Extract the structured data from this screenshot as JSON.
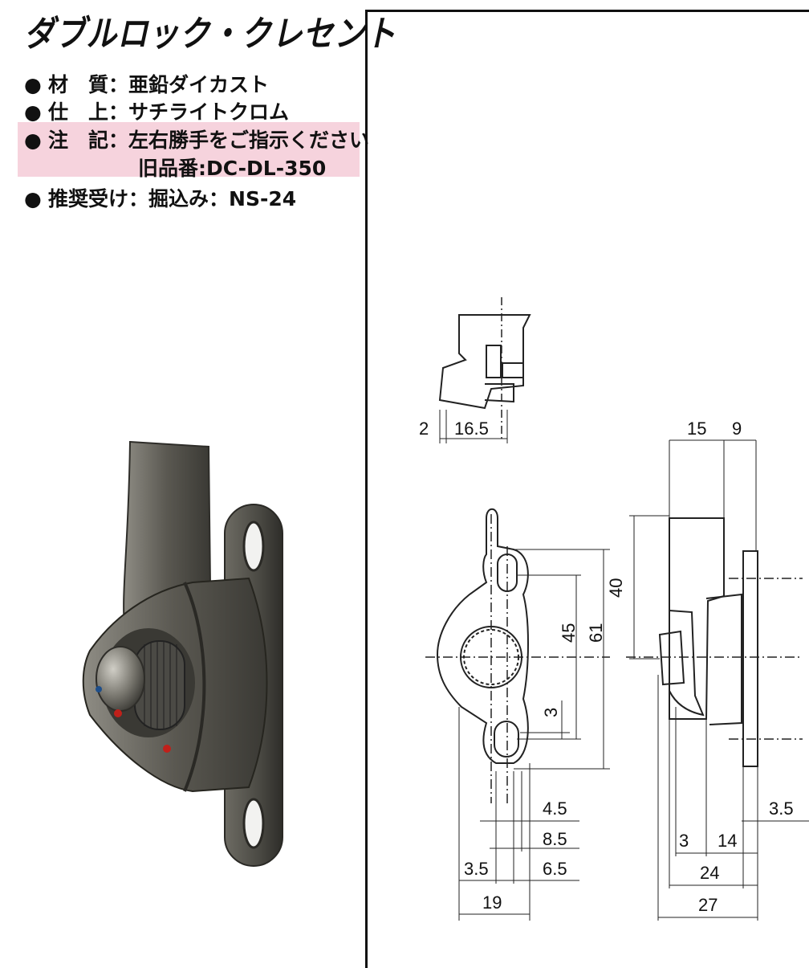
{
  "title": "ダブルロック・クレセント",
  "specs": {
    "material": {
      "bullet": "●",
      "label": "材　質",
      "sep": "：",
      "value": "亜鉛ダイカスト"
    },
    "finish": {
      "bullet": "●",
      "label": "仕　上",
      "sep": "：",
      "value": "サチライトクロム"
    },
    "note": {
      "bullet": "●",
      "label": "注　記",
      "sep": "：",
      "value": "左右勝手をご指示ください",
      "value2": "旧品番:DC-DL-350"
    },
    "receiver": {
      "bullet": "●",
      "label": "推奨受け",
      "sep": "：",
      "value": "掘込み：NS-24"
    }
  },
  "dimensions": {
    "top_view": [
      "2",
      "16.5"
    ],
    "front_view": [
      "45",
      "61",
      "3",
      "4.5",
      "8.5",
      "3.5",
      "6.5",
      "19"
    ],
    "side_view": [
      "15",
      "9",
      "40",
      "3.5",
      "3",
      "14",
      "24",
      "27"
    ]
  },
  "colors": {
    "note_highlight": "#f6d3dd",
    "metal": "#5f5d56",
    "indicator": "#c0201a"
  }
}
